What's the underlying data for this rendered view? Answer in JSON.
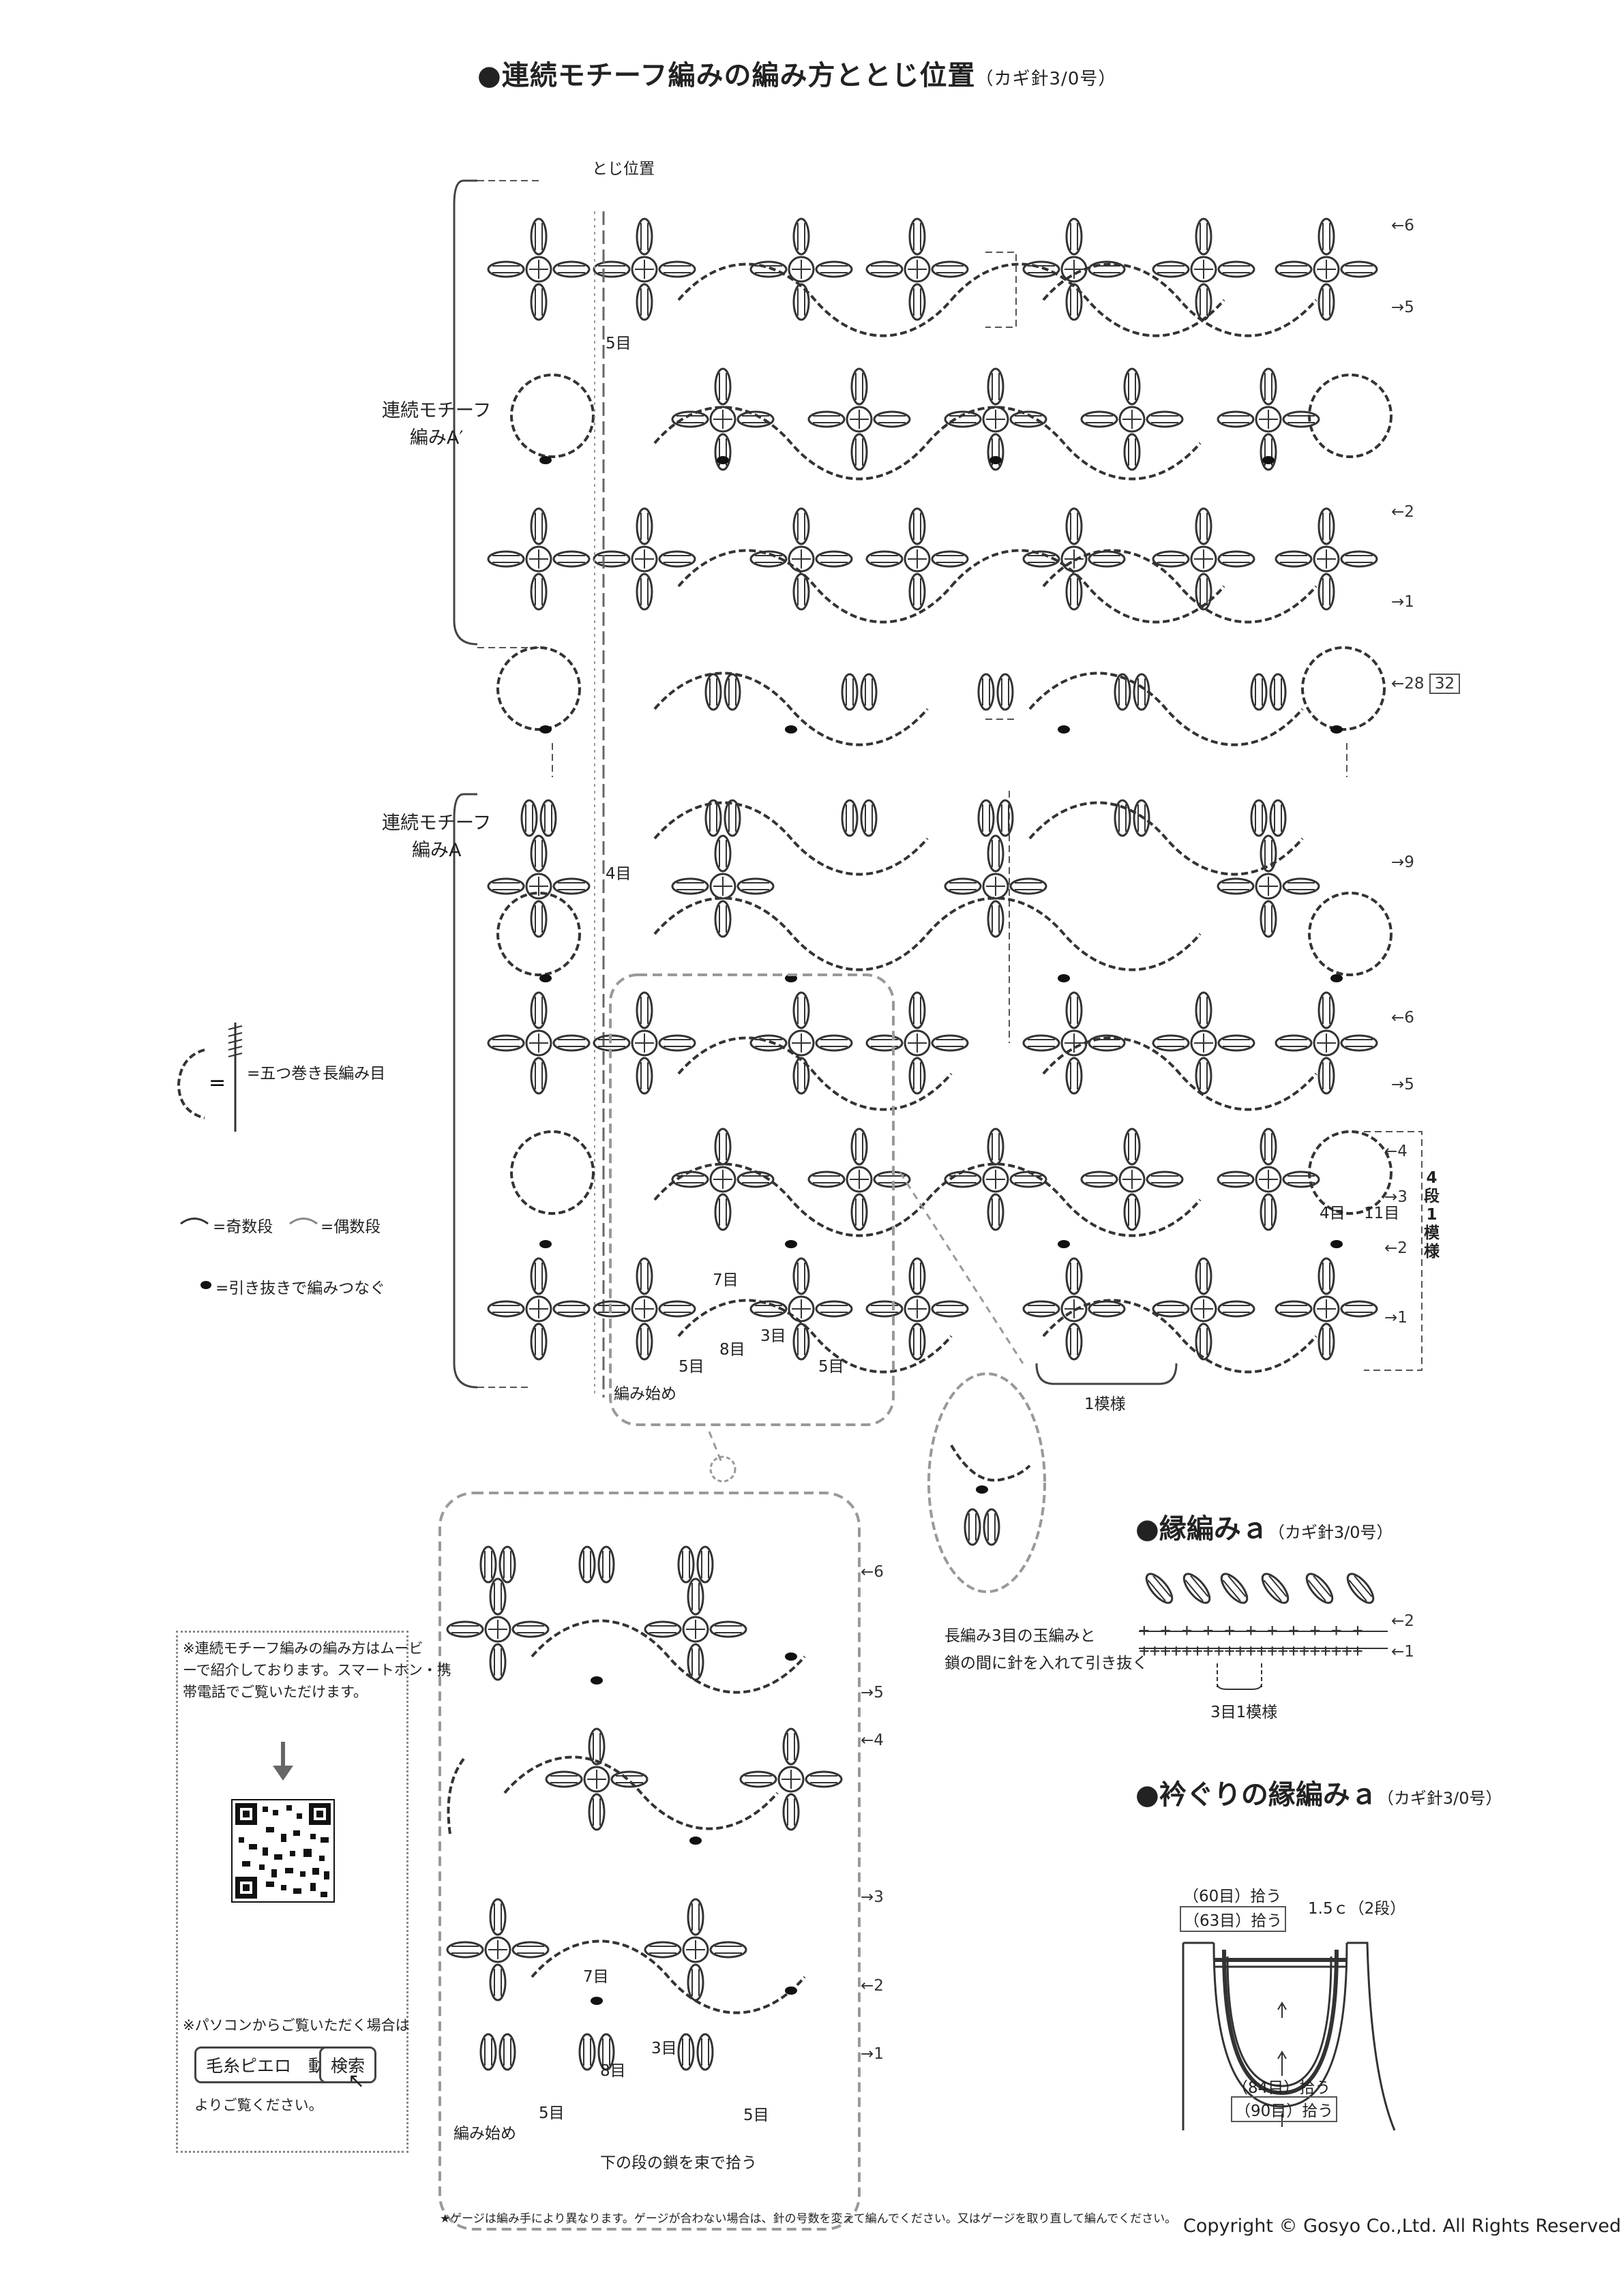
{
  "main": {
    "title": "●連続モチーフ編みの編み方ととじ位置",
    "title_note": "（カギ針3/0号）",
    "seam_label": "とじ位置",
    "stitches_5": "5目",
    "stitches_4": "4目",
    "section_a_prime": [
      "連続モチーフ",
      "編みA′"
    ],
    "section_a": [
      "連続モチーフ",
      "編みA"
    ],
    "rows_top": [
      "←6",
      "→5",
      "←2",
      "→1"
    ],
    "row_28": "←28",
    "row_32": "32",
    "rows_bottom": [
      "→9",
      "←6",
      "→5",
      "←4",
      "→3",
      "←2",
      "→1"
    ],
    "pattern_span": [
      "4",
      "段",
      "1",
      "模",
      "様"
    ],
    "label_4me": "4目",
    "label_11me": "11目",
    "counts_bottom": [
      "7目",
      "8目",
      "3目",
      "5目",
      "5目"
    ],
    "start": "編み始め",
    "one_repeat": "1模様"
  },
  "legend": {
    "five_tr": "=五つ巻き長編み目",
    "odd": "=奇数段",
    "even": "=偶数段",
    "join": "=引き抜きで編みつなぐ"
  },
  "zoom_note": [
    "長編み3目の玉編みと",
    "鎖の間に針を入れて引き抜く"
  ],
  "detail": {
    "rows": [
      "←6",
      "→5",
      "←4",
      "→3",
      "←2",
      "→1"
    ],
    "counts": [
      "7目",
      "3目",
      "8目",
      "5目",
      "5目"
    ],
    "start": "編み始め",
    "note": "下の段の鎖を束で拾う"
  },
  "info": {
    "lines": [
      "※連続モチーフ編みの編み方はムービ",
      "ーで紹介しております。スマートホン・携",
      "帯電話でご覧いただけます。"
    ],
    "pc_note": "※パソコンからご覧いただく場合は",
    "search_term": "毛糸ピエロ　動画",
    "search_button": "検索",
    "see": "よりご覧ください。"
  },
  "edging_a": {
    "title": "●縁編みａ",
    "note": "（カギ針3/0号）",
    "rows": [
      "←2",
      "←1"
    ],
    "repeat": "3目1模様"
  },
  "neck_edging": {
    "title": "●衿ぐりの縁編みａ",
    "note": "（カギ針3/0号）",
    "pick_top_1": "（60目）拾う",
    "pick_top_2": "（63目）拾う",
    "width": "1.5ｃ（2段）",
    "pick_bottom_1": "（84目）拾う",
    "pick_bottom_2": "（90目）拾う"
  },
  "footer": {
    "gauge_note": "★ゲージは編み手により異なります。ゲージが合わない場合は、針の号数を変えて編んでください。又はゲージを取り直して編んでください。",
    "copyright": "Copyright © Gosyo Co.,Ltd. All Rights Reserved."
  }
}
